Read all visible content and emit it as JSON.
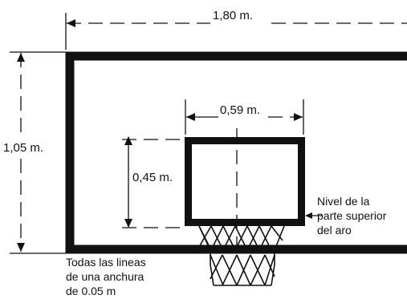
{
  "dimensions": {
    "total_width": "1,80 m.",
    "total_height": "1,05 m.",
    "inner_square_width": "0,59 m.",
    "inner_square_height": "0,45 m."
  },
  "notes": {
    "rim_level": [
      "Nivel de la",
      "parte superior",
      "del aro"
    ],
    "line_width": [
      "Todas las lineas",
      "de una anchura",
      "de 0.05 m"
    ]
  }
}
